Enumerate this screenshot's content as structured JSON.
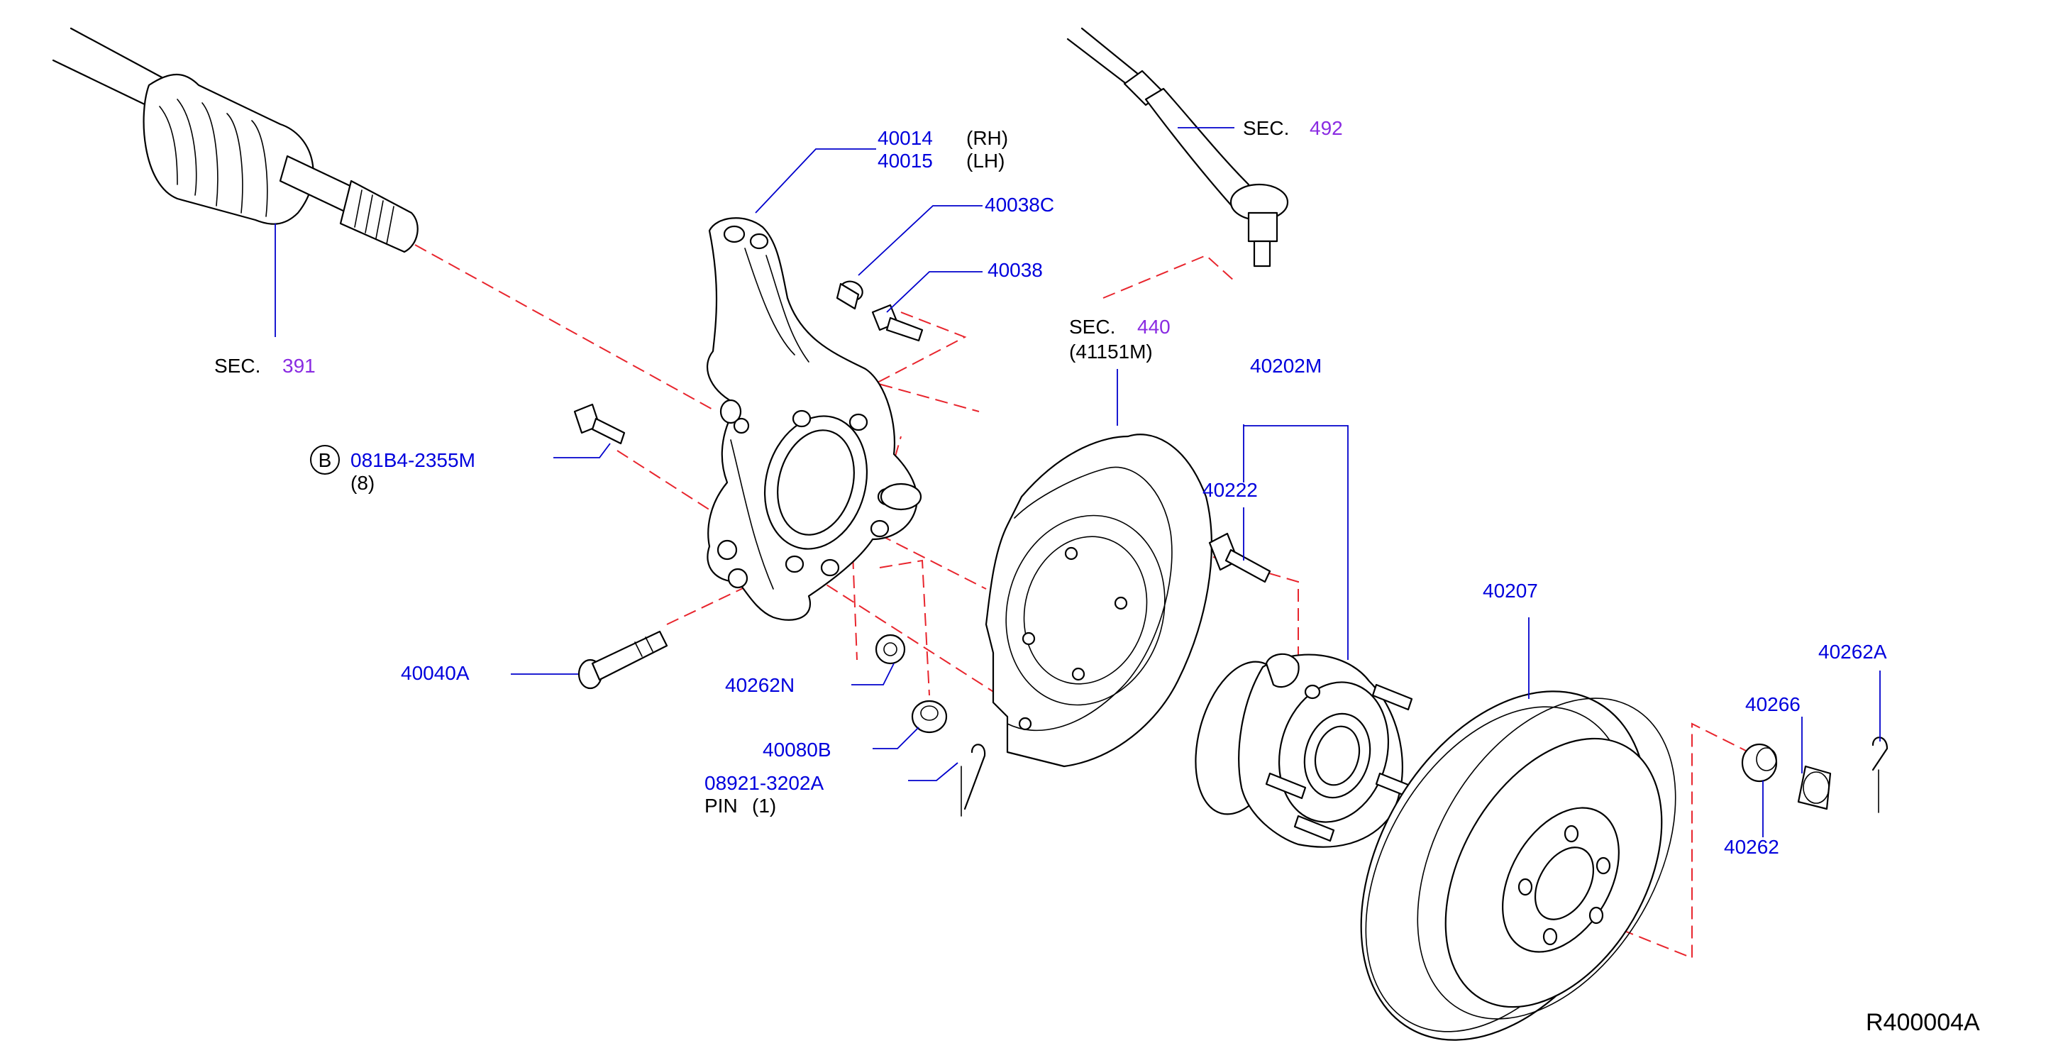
{
  "diagram": {
    "drawing_code": "R400004A",
    "sec_label": "SEC.",
    "colors": {
      "part_number": "#0000dd",
      "section_ref": "#8a2be2",
      "leader": "#0000cc",
      "dashed": "#e8252d",
      "outline": "#000000"
    },
    "labels": {
      "p40014": "40014",
      "rh": "(RH)",
      "p40015": "40015",
      "lh": "(LH)",
      "p40038C": "40038C",
      "p40038": "40038",
      "sec391": "391",
      "sec492": "492",
      "sec440": "440",
      "p41151M": "(41151M)",
      "p40202M": "40202M",
      "p40222": "40222",
      "bolt_b_marker": "B",
      "p081B4": "081B4-2355M",
      "qty8": "(8)",
      "p40207": "40207",
      "p40262A": "40262A",
      "p40040A": "40040A",
      "p40262N": "40262N",
      "p40266": "40266",
      "p40080B": "40080B",
      "p08921": "08921-3202A",
      "pin": "PIN",
      "qty1": "(1)",
      "p40262": "40262"
    }
  }
}
